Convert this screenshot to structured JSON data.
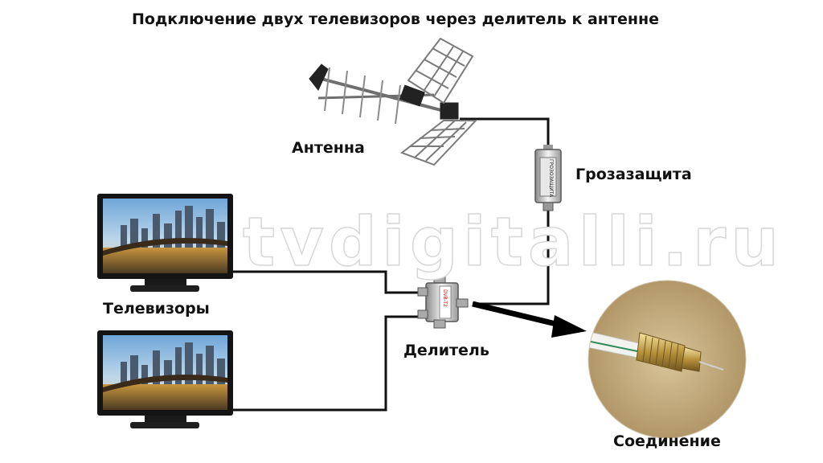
{
  "title": "Подключение двух телевизоров через делитель к антенне",
  "labels": {
    "antenna": "Антенна",
    "surge_protector": "Грозазащита",
    "tvs": "Телевизоры",
    "splitter": "Делитель",
    "connection": "Соединение"
  },
  "watermark": "tvdigitalli.ru",
  "device_text": {
    "surge_protector_print": "ГРОЗОЗАЩИТА",
    "splitter_print": "DVB-T2"
  },
  "colors": {
    "cable": "#111111",
    "arrow": "#000000",
    "watermark_stroke": "#d7d7d7"
  }
}
